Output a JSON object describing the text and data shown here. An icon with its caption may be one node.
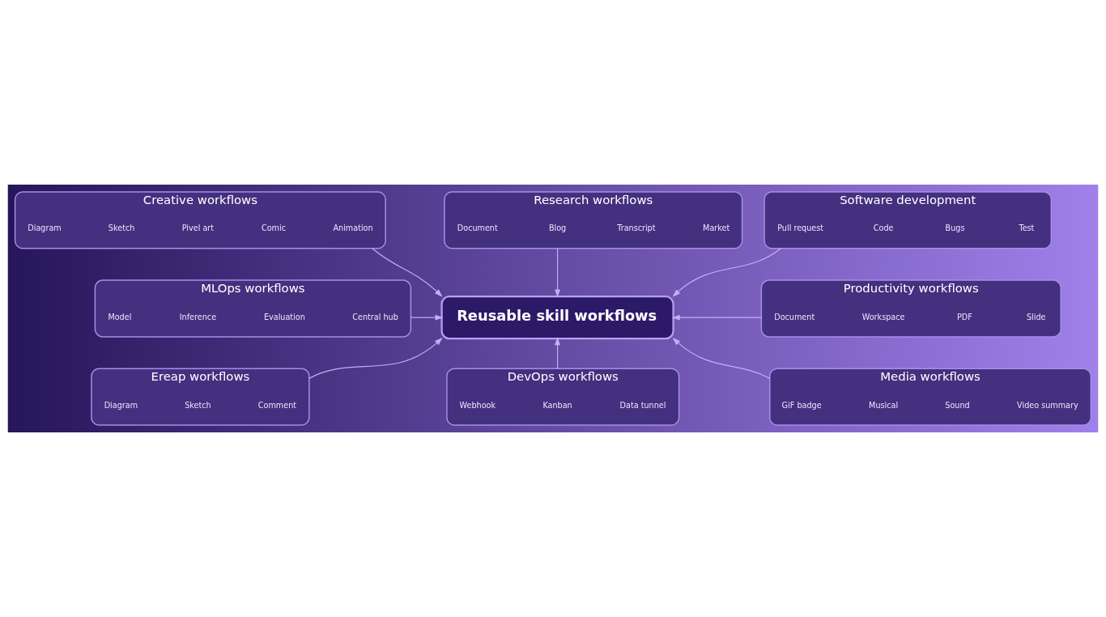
{
  "diagram": {
    "nodes": [
      {
        "text": [
          "Research workflows"
        ]
      },
      {
        "text": [
          "Document"
        ],
        "in": 0
      },
      {
        "text": [
          "Blog"
        ],
        "in": 0
      },
      {
        "text": [
          "Transcript"
        ],
        "in": 0
      },
      {
        "text": [
          "Market"
        ],
        "in": 0
      },
      {
        "text": [
          "Creative workflows"
        ]
      },
      {
        "text": [
          "Diagram"
        ],
        "in": 5
      },
      {
        "text": [
          "Sketch"
        ],
        "in": 5
      },
      {
        "text": [
          "Pivel art"
        ],
        "in": 5
      },
      {
        "text": [
          "Comic"
        ],
        "in": 5
      },
      {
        "text": [
          "Animation"
        ],
        "in": 5
      },
      {
        "text": [
          "Software development"
        ]
      },
      {
        "text": [
          "Pull request"
        ],
        "in": 11
      },
      {
        "text": [
          "Code"
        ],
        "in": 11
      },
      {
        "text": [
          "Bugs"
        ],
        "in": 11
      },
      {
        "text": [
          "Test"
        ],
        "in": 11
      },
      {
        "text": [
          "MLOps workflows"
        ]
      },
      {
        "text": [
          "Model"
        ],
        "in": 16
      },
      {
        "text": [
          "Inference"
        ],
        "in": 16
      },
      {
        "text": [
          "Evaluation"
        ],
        "in": 16
      },
      {
        "text": [
          "Central hub"
        ],
        "in": 16
      },
      {
        "text": [
          "Reusable skill workflows"
        ]
      },
      {
        "text": [
          "Productivity workflows"
        ]
      },
      {
        "text": [
          "Document"
        ],
        "in": 22
      },
      {
        "text": [
          "Workspace"
        ],
        "in": 22
      },
      {
        "text": [
          "PDF"
        ],
        "in": 22
      },
      {
        "text": [
          "Slide"
        ],
        "in": 22
      },
      {
        "text": [
          "Ereap workflows"
        ]
      },
      {
        "text": [
          "Diagram"
        ],
        "in": 27
      },
      {
        "text": [
          "Sketch"
        ],
        "in": 27
      },
      {
        "text": [
          "Comment"
        ],
        "in": 27
      },
      {
        "text": [
          "Media workflows"
        ]
      },
      {
        "text": [
          "GiF badge"
        ],
        "in": 31
      },
      {
        "text": [
          "Musical"
        ],
        "in": 31
      },
      {
        "text": [
          "Sound"
        ],
        "in": 31
      },
      {
        "text": [
          "Video summary"
        ],
        "in": 31
      },
      {
        "text": [
          "DevOps workflows"
        ]
      },
      {
        "text": [
          "Webhook"
        ],
        "in": 36
      },
      {
        "text": [
          "Kanban"
        ],
        "in": 36
      },
      {
        "text": [
          "Data tunnel"
        ],
        "in": 36
      }
    ],
    "edges": [
      {
        "from": 0,
        "to": 21,
        "arrow": "to"
      },
      {
        "from": 5,
        "to": 21,
        "arrow": "to"
      },
      {
        "from": 11,
        "to": 21,
        "arrow": "to"
      },
      {
        "from": 16,
        "to": 21,
        "arrow": "to"
      },
      {
        "from": 22,
        "to": 21,
        "arrow": "to"
      },
      {
        "from": 27,
        "to": 21,
        "arrow": "to"
      },
      {
        "from": 31,
        "to": 21,
        "arrow": "to"
      },
      {
        "from": 36,
        "to": 21,
        "arrow": "to"
      }
    ]
  }
}
